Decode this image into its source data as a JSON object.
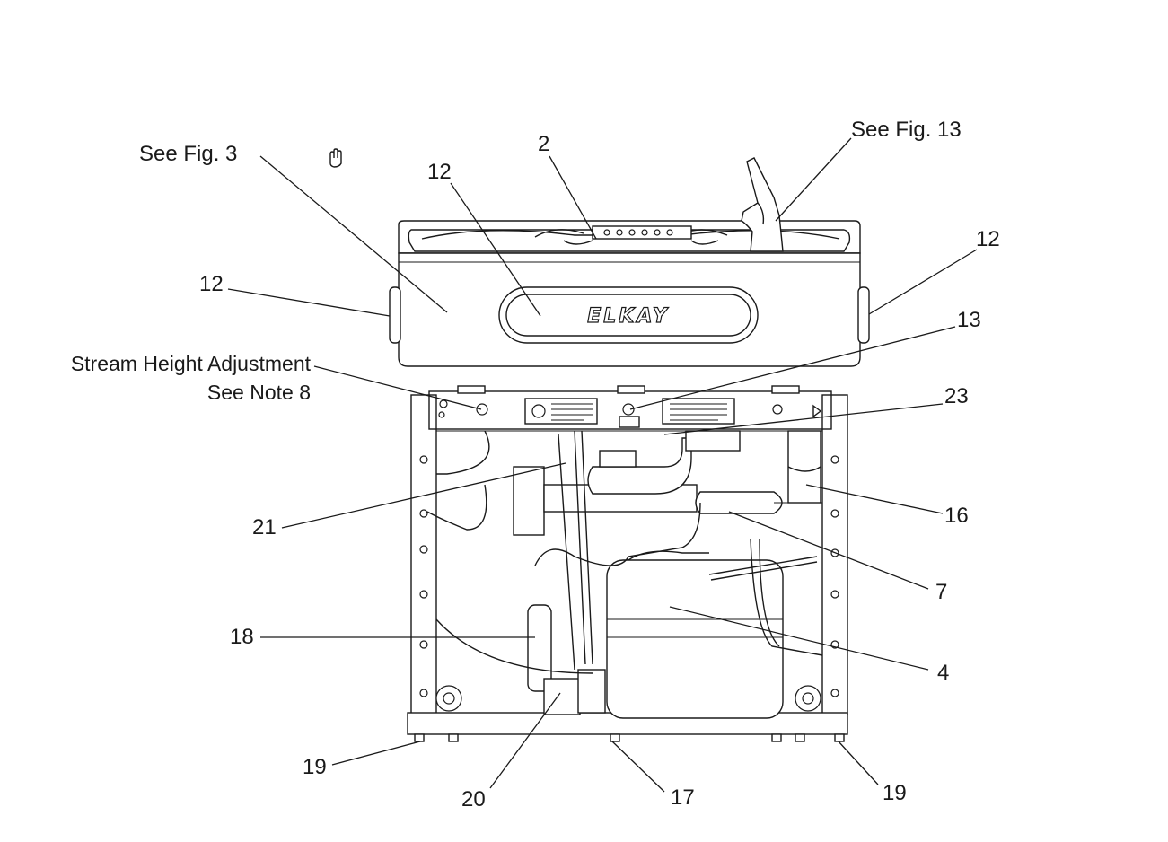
{
  "drawing": {
    "brand_text": "ELKAY",
    "labels": {
      "see_fig_3": "See Fig. 3",
      "item_2": "2",
      "see_fig_13": "See Fig. 13",
      "item_12_top": "12",
      "item_12_right": "12",
      "item_12_left": "12",
      "item_13": "13",
      "stream_height_line1": "Stream Height Adjustment",
      "stream_height_line2": "See Note 8",
      "item_23": "23",
      "item_16": "16",
      "item_21": "21",
      "item_7": "7",
      "item_18": "18",
      "item_4": "4",
      "item_19_left": "19",
      "item_20": "20",
      "item_17": "17",
      "item_19_right": "19"
    }
  }
}
